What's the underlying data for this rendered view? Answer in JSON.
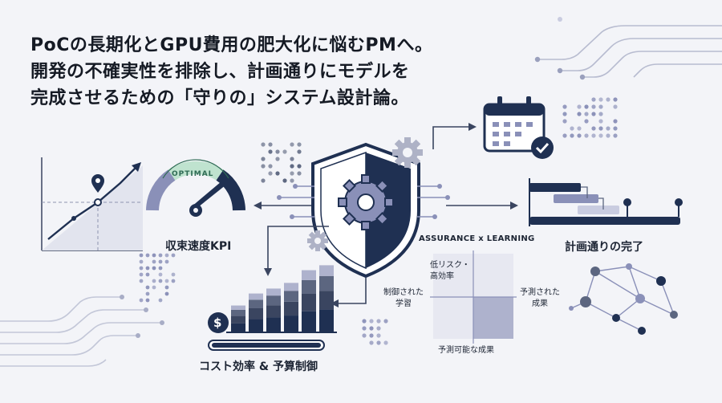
{
  "headline": {
    "line1": "PoCの長期化とGPU費用の肥大化に悩むPMへ。",
    "line2": "開発の不確実性を排除し、計画通りにモデルを",
    "line3": "完成させるための「守りの」システム設計論。"
  },
  "gauge": {
    "badge": "OPTIMAL",
    "label": "収束速度KPI"
  },
  "schedule": {
    "label": "計画通りの完了"
  },
  "budget": {
    "label": "コスト効率 & 予算制御",
    "currency_symbol": "$",
    "bars": [
      0.38,
      0.55,
      0.62,
      0.7,
      0.88,
      0.95
    ]
  },
  "matrix": {
    "title": "ASSURANCE x LEARNING",
    "top_left_line1": "低リスク・",
    "top_left_line2": "高効率",
    "left_line1": "制御された",
    "left_line2": "学習",
    "right_line1": "予測された",
    "right_line2": "成果",
    "bottom": "予測可能な成果"
  },
  "colors": {
    "navy": "#1f3052",
    "slate": "#5c6680",
    "periwinkle": "#8a90b8",
    "light": "#c9cce0",
    "green": "#2f6b55",
    "mint": "#bfe3cf"
  },
  "icons": [
    "calendar-check-icon",
    "shield-gear-icon",
    "gear-icon",
    "dollar-coin-icon",
    "location-pin-icon",
    "network-graph-icon"
  ]
}
